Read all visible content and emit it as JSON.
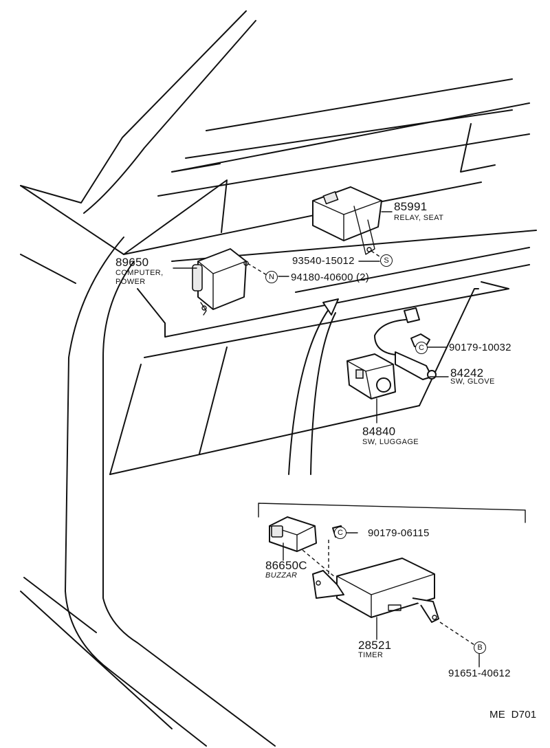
{
  "diagram_code": "ME  D701",
  "parts": [
    {
      "number": "85991",
      "name": "RELAY, SEAT"
    },
    {
      "number": "89650",
      "name_line1": "COMPUTER,",
      "name_line2": "POWER"
    },
    {
      "number": "84242",
      "name": "SW, GLOVE"
    },
    {
      "number": "84840",
      "name": "SW, LUGGAGE"
    },
    {
      "number": "86650C",
      "name": "BUZZAR"
    },
    {
      "number": "28521",
      "name": "TIMER"
    }
  ],
  "fasteners": [
    {
      "number": "93540-15012",
      "symbol": "S"
    },
    {
      "number": "94180-40600 (2)",
      "symbol": "N"
    },
    {
      "number": "90179-10032",
      "symbol": "C"
    },
    {
      "number": "90179-06115",
      "symbol": "C"
    },
    {
      "number": "91651-40612",
      "symbol": "B"
    }
  ]
}
